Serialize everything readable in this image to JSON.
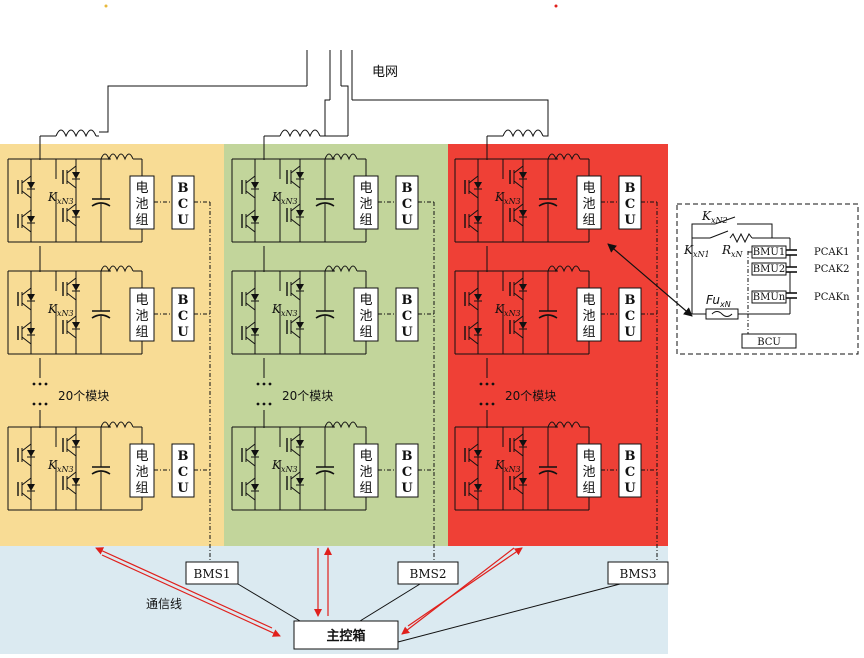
{
  "grid_label": "电网",
  "columns": [
    {
      "color": "#f8dc95",
      "bms": "BMS1"
    },
    {
      "color": "#c2d59b",
      "bms": "BMS2"
    },
    {
      "color": "#ef4036",
      "bms": "BMS3"
    }
  ],
  "module": {
    "switch_base": "K",
    "switch_sub": "xN3",
    "battery_chars": [
      "电",
      "池",
      "组"
    ],
    "bcu_chars": [
      "B",
      "C",
      "U"
    ]
  },
  "module_count_label": "20个模块",
  "comm_line_label": "通信线",
  "master_box_label": "主控箱",
  "bottom_band_color": "#dbeaf1",
  "detail": {
    "switch2_base": "K",
    "switch2_sub": "xN2",
    "switch1_base": "K",
    "switch1_sub": "xN1",
    "resistor_base": "R",
    "resistor_sub": "xN",
    "fuse_base": "Fu",
    "fuse_sub": "xN",
    "bmu": [
      "BMU1",
      "BMU2",
      "BMUn"
    ],
    "pcak": [
      "PCAK1",
      "PCAK2",
      "PCAKn"
    ],
    "bcu": "BCU"
  },
  "comm_color": "#e0201c"
}
